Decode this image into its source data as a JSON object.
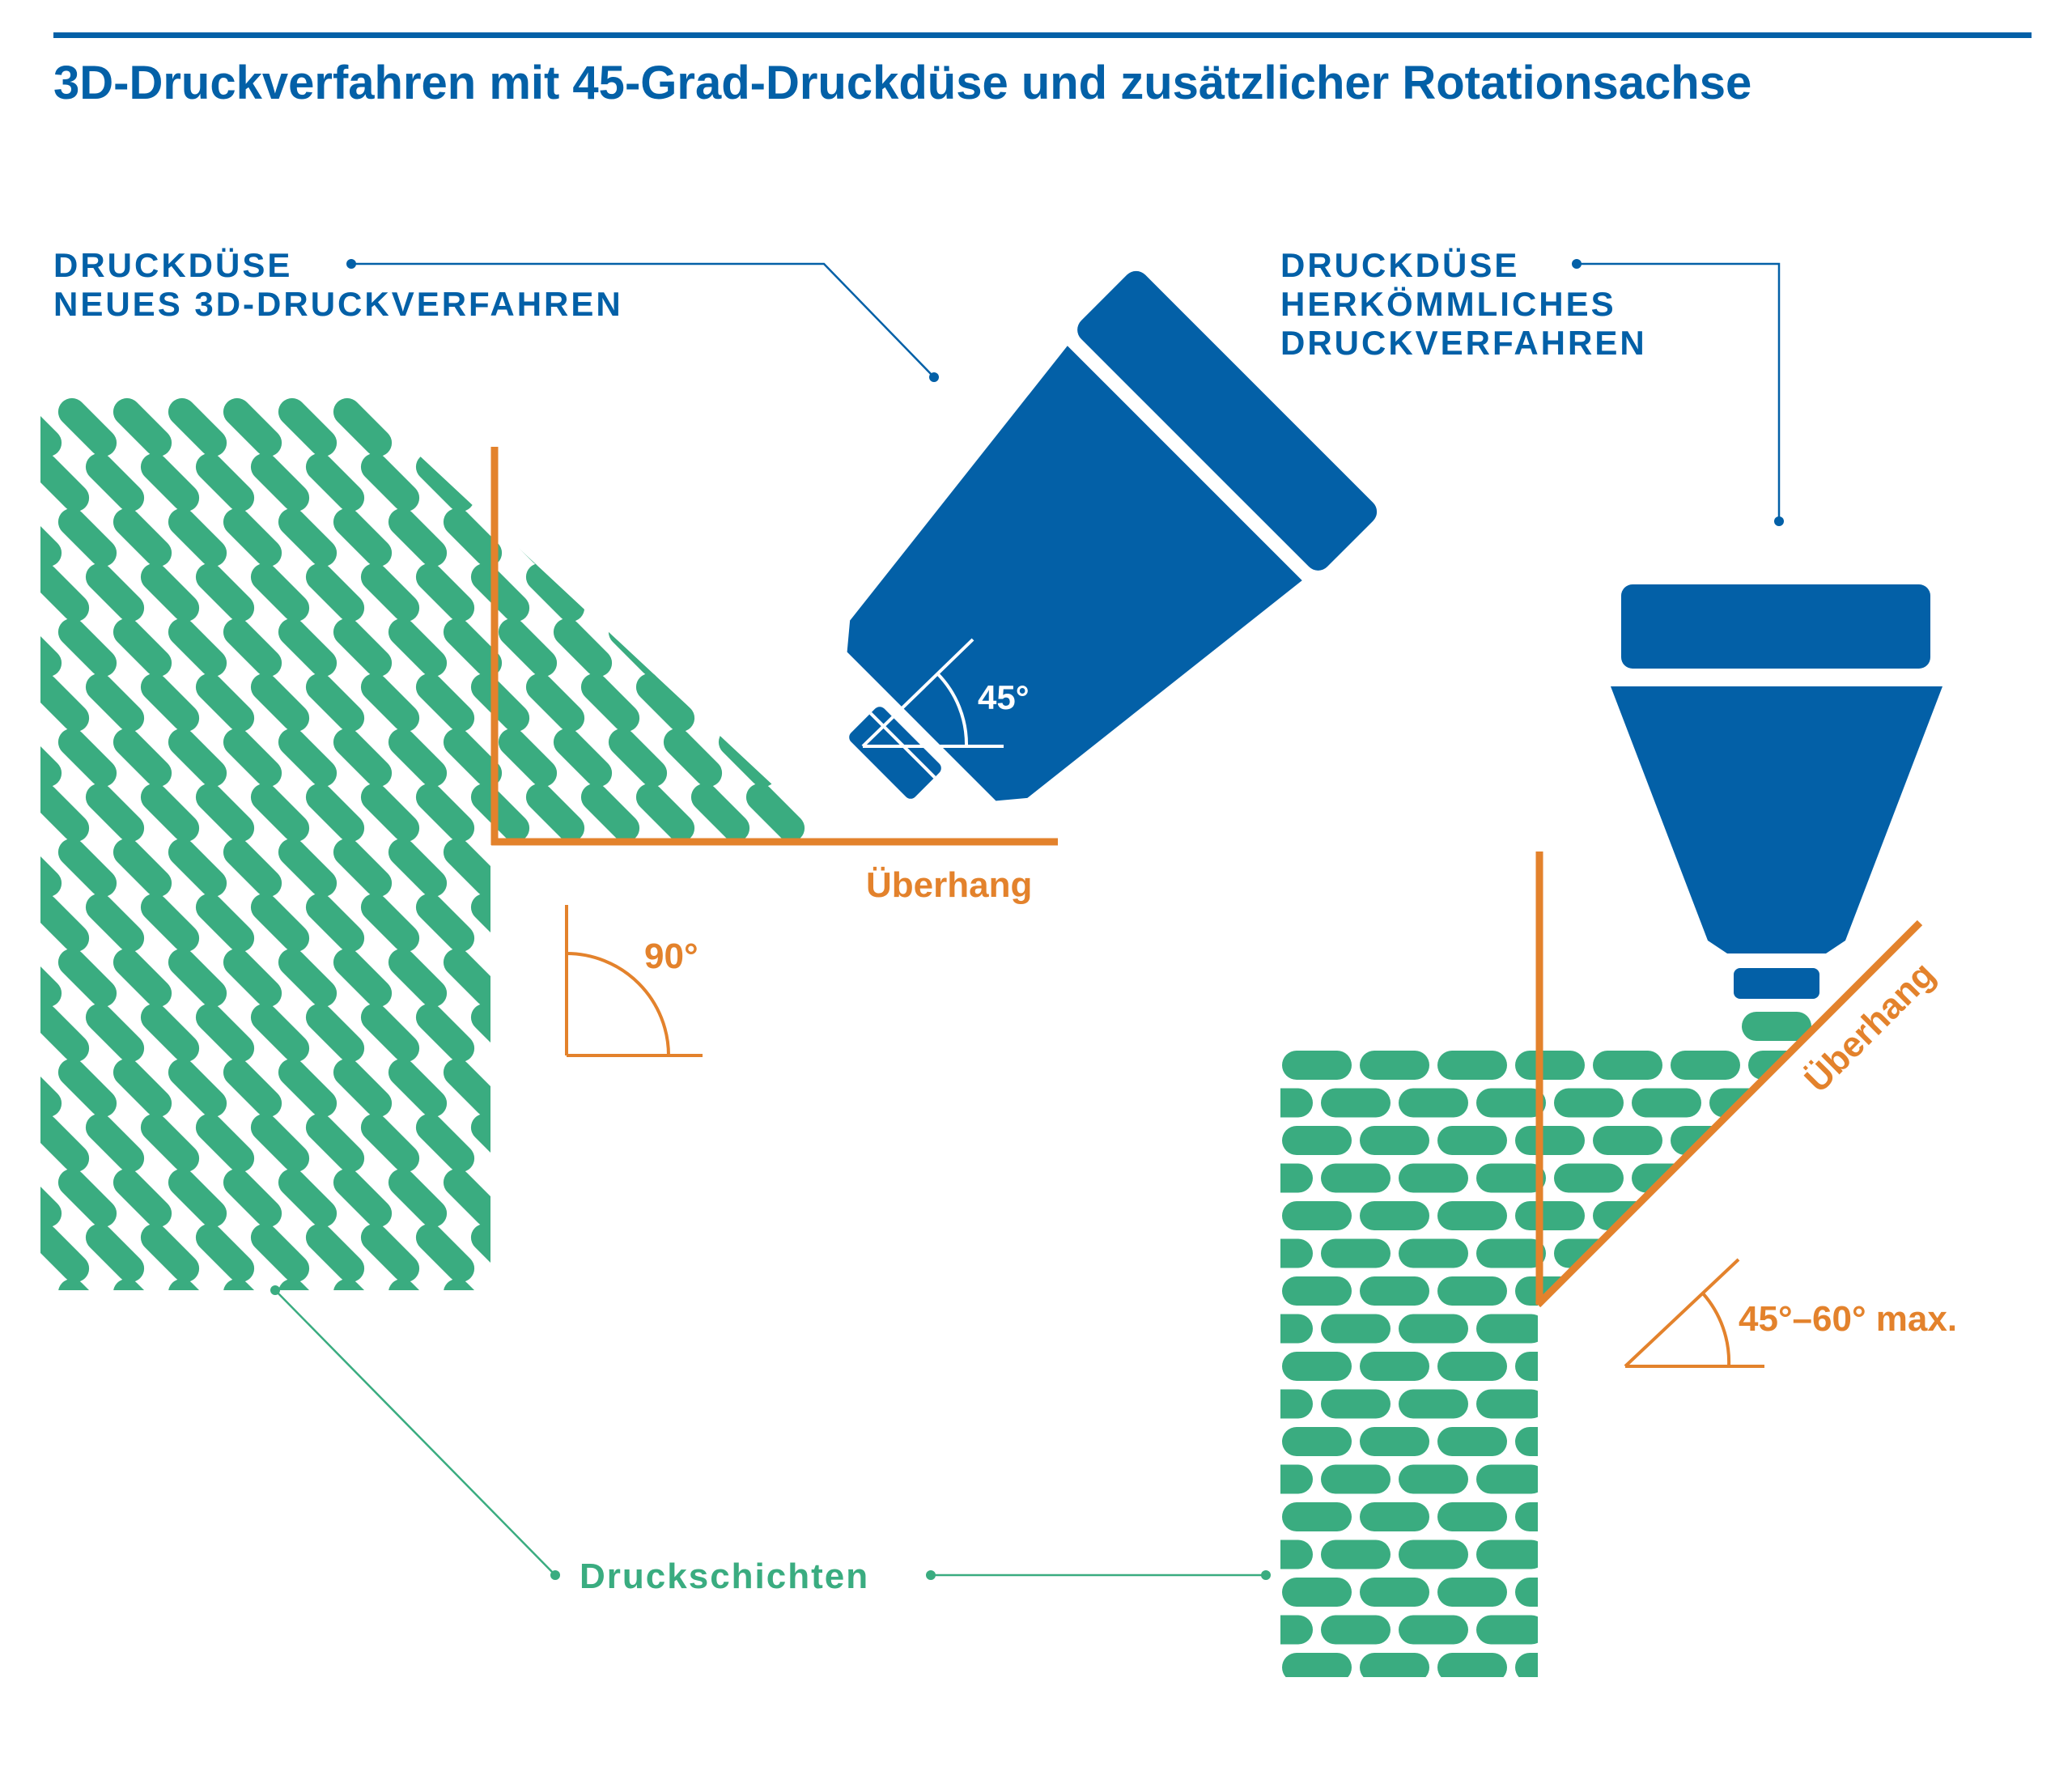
{
  "title": "3D-Druckverfahren mit 45-Grad-Druckdüse und zusätzlicher Rotationsachse",
  "left": {
    "nozzle_label_line1": "DRUCKDÜSE",
    "nozzle_label_line2": "NEUES 3D-DRUCKVERFAHREN",
    "nozzle_angle": "45°",
    "overhang_label": "Überhang",
    "overhang_angle": "90°"
  },
  "right": {
    "nozzle_label_line1": "DRUCKDÜSE",
    "nozzle_label_line2": "HERKÖMMLICHES",
    "nozzle_label_line3": "DRUCKVERFAHREN",
    "overhang_label": "Überhang",
    "overhang_angle": "45°–60° max."
  },
  "layers_label": "Druckschichten",
  "colors": {
    "blue": "#0360a7",
    "green": "#3aac80",
    "orange": "#e3822c",
    "white": "#ffffff"
  }
}
